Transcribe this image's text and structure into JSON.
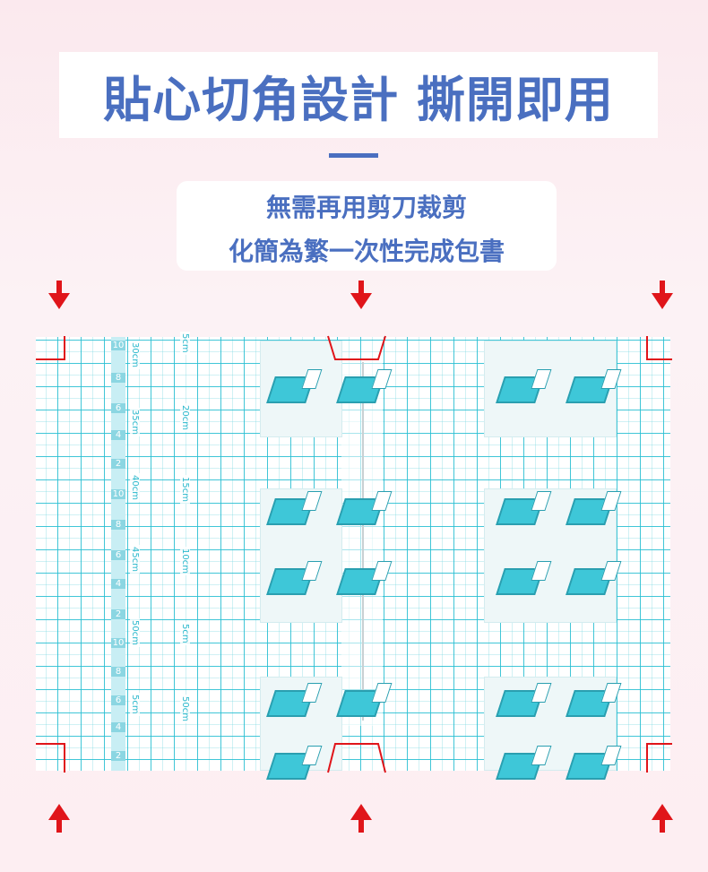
{
  "header": {
    "title": "貼心切角設計  撕開即用",
    "subtitle_1": "無需再用剪刀裁剪",
    "subtitle_2": "化簡為繁一次性完成包書"
  },
  "colors": {
    "accent": "#4a6fc0",
    "arrow": "#e0151a",
    "grid": "#28bed2"
  },
  "ruler": {
    "numbers": [
      "10",
      "8",
      "6",
      "4",
      "2",
      "10",
      "8",
      "6",
      "4",
      "2",
      "10",
      "8",
      "6",
      "4",
      "2"
    ]
  },
  "labels": {
    "col_a": [
      "30cm",
      "35cm",
      "40cm",
      "45cm",
      "50cm",
      "5cm"
    ],
    "col_b": [
      "5cm",
      "20cm",
      "15cm",
      "10cm",
      "5cm",
      "50cm"
    ]
  },
  "icons": {
    "arrow_down": "arrow-down-icon",
    "arrow_up": "arrow-up-icon"
  }
}
